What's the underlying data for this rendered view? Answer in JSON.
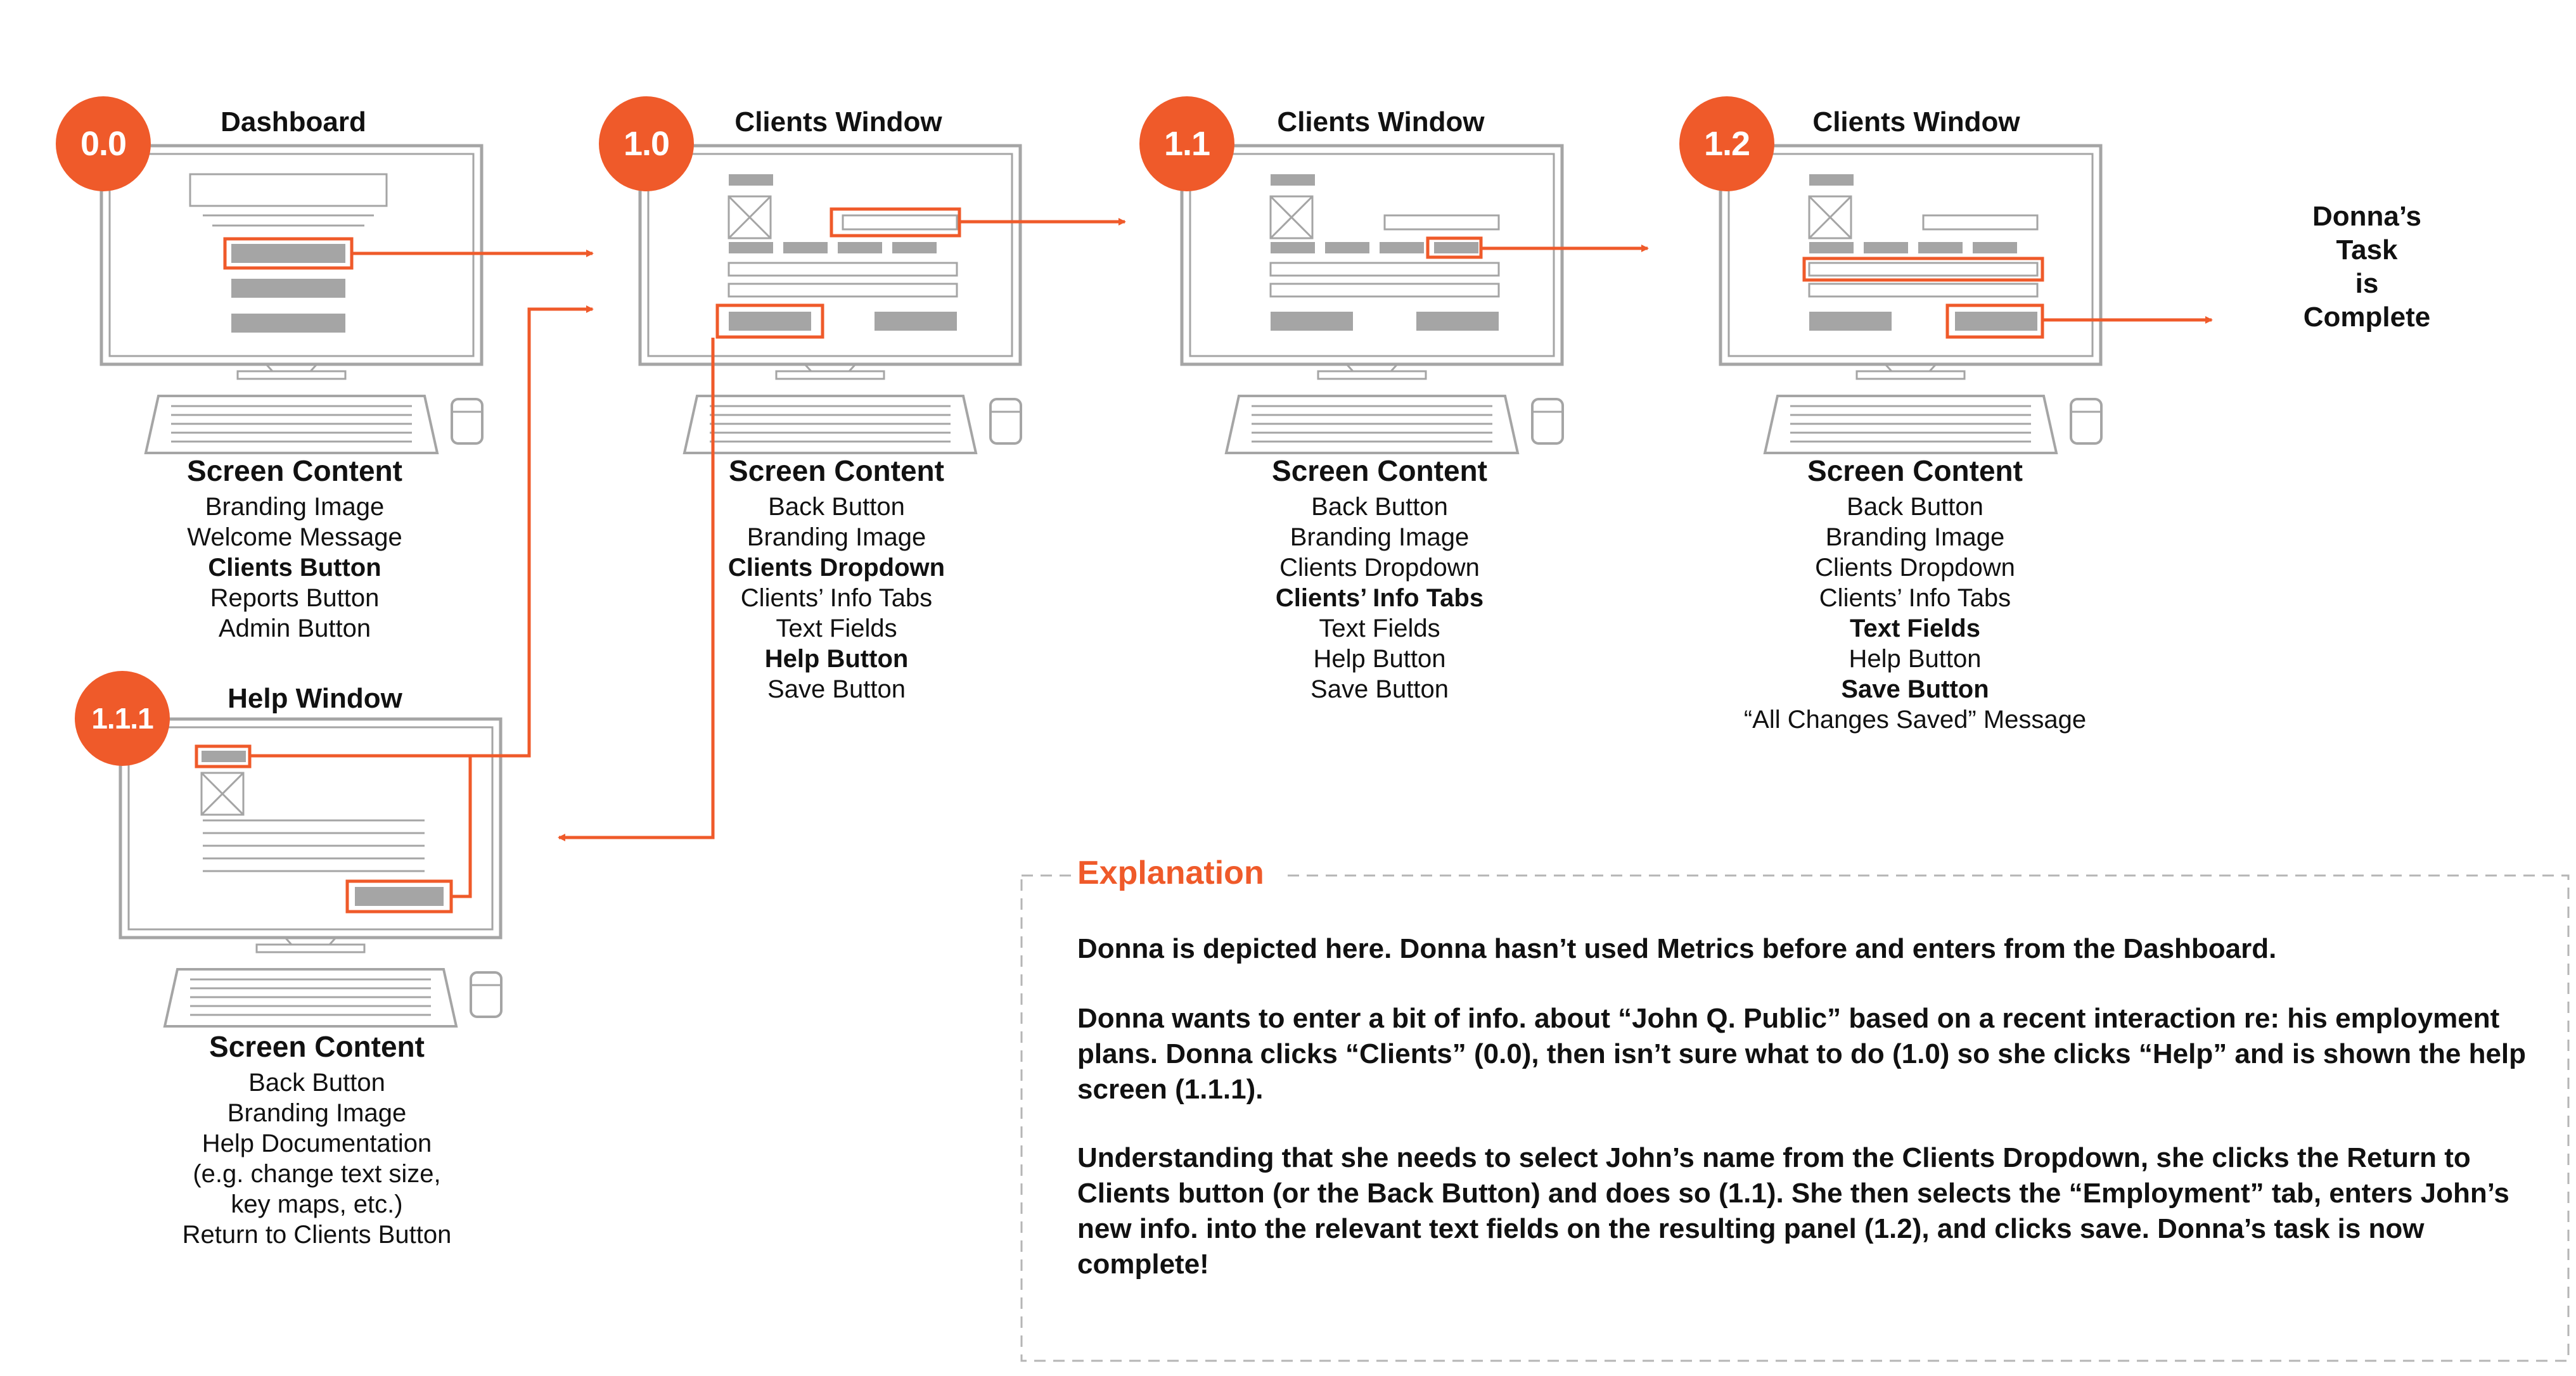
{
  "screens": [
    {
      "badge": "0.0",
      "title": "Dashboard",
      "content_heading": "Screen Content",
      "items": [
        {
          "text": "Branding Image",
          "bold": false
        },
        {
          "text": "Welcome Message",
          "bold": false
        },
        {
          "text": "Clients Button",
          "bold": true
        },
        {
          "text": "Reports Button",
          "bold": false
        },
        {
          "text": "Admin Button",
          "bold": false
        }
      ]
    },
    {
      "badge": "1.0",
      "title": "Clients Window",
      "content_heading": "Screen Content",
      "items": [
        {
          "text": "Back Button",
          "bold": false
        },
        {
          "text": "Branding Image",
          "bold": false
        },
        {
          "text": "Clients Dropdown",
          "bold": true
        },
        {
          "text": "Clients’ Info Tabs",
          "bold": false
        },
        {
          "text": "Text Fields",
          "bold": false
        },
        {
          "text": "Help Button",
          "bold": true
        },
        {
          "text": "Save Button",
          "bold": false
        }
      ]
    },
    {
      "badge": "1.1",
      "title": "Clients Window",
      "content_heading": "Screen Content",
      "items": [
        {
          "text": "Back Button",
          "bold": false
        },
        {
          "text": "Branding Image",
          "bold": false
        },
        {
          "text": "Clients Dropdown",
          "bold": false
        },
        {
          "text": "Clients’ Info Tabs",
          "bold": true
        },
        {
          "text": "Text Fields",
          "bold": false
        },
        {
          "text": "Help Button",
          "bold": false
        },
        {
          "text": "Save Button",
          "bold": false
        }
      ]
    },
    {
      "badge": "1.2",
      "title": "Clients Window",
      "content_heading": "Screen Content",
      "items": [
        {
          "text": "Back Button",
          "bold": false
        },
        {
          "text": "Branding Image",
          "bold": false
        },
        {
          "text": "Clients Dropdown",
          "bold": false
        },
        {
          "text": "Clients’ Info Tabs",
          "bold": false
        },
        {
          "text": "Text Fields",
          "bold": true
        },
        {
          "text": "Help Button",
          "bold": false
        },
        {
          "text": "Save Button",
          "bold": true
        },
        {
          "text": "“All Changes Saved” Message",
          "bold": false
        }
      ]
    },
    {
      "badge": "1.1.1",
      "title": "Help Window",
      "content_heading": "Screen Content",
      "items": [
        {
          "text": "Back Button",
          "bold": false
        },
        {
          "text": "Branding Image",
          "bold": false
        },
        {
          "text": "Help Documentation",
          "bold": false
        },
        {
          "text": "(e.g. change text size,",
          "bold": false
        },
        {
          "text": "key maps, etc.)",
          "bold": false
        },
        {
          "text": "Return to Clients Button",
          "bold": false
        }
      ]
    }
  ],
  "final": {
    "lines": [
      "Donna’s",
      "Task",
      "is",
      "Complete"
    ]
  },
  "explanation": {
    "title": "Explanation",
    "paragraphs": [
      "Donna is depicted here. Donna hasn’t used Metrics before and enters from the Dashboard.",
      "Donna wants to enter a bit of info. about “John Q. Public” based on a recent interaction re: his employment plans. Donna clicks “Clients” (0.0), then isn’t sure what to do (1.0) so she clicks “Help” and is shown the help screen (1.1.1).",
      "Understanding that she needs to select John’s name from the Clients Dropdown, she clicks the Return to Clients button (or the Back Button) and does so (1.1). She then selects the “Employment” tab, enters John’s new info. into the relevant text fields on the resulting panel (1.2), and clicks save. Donna’s task is now complete!"
    ]
  },
  "colors": {
    "accent": "#ef5a2a",
    "wireframe": "#a5a5a5",
    "text": "#111111"
  }
}
